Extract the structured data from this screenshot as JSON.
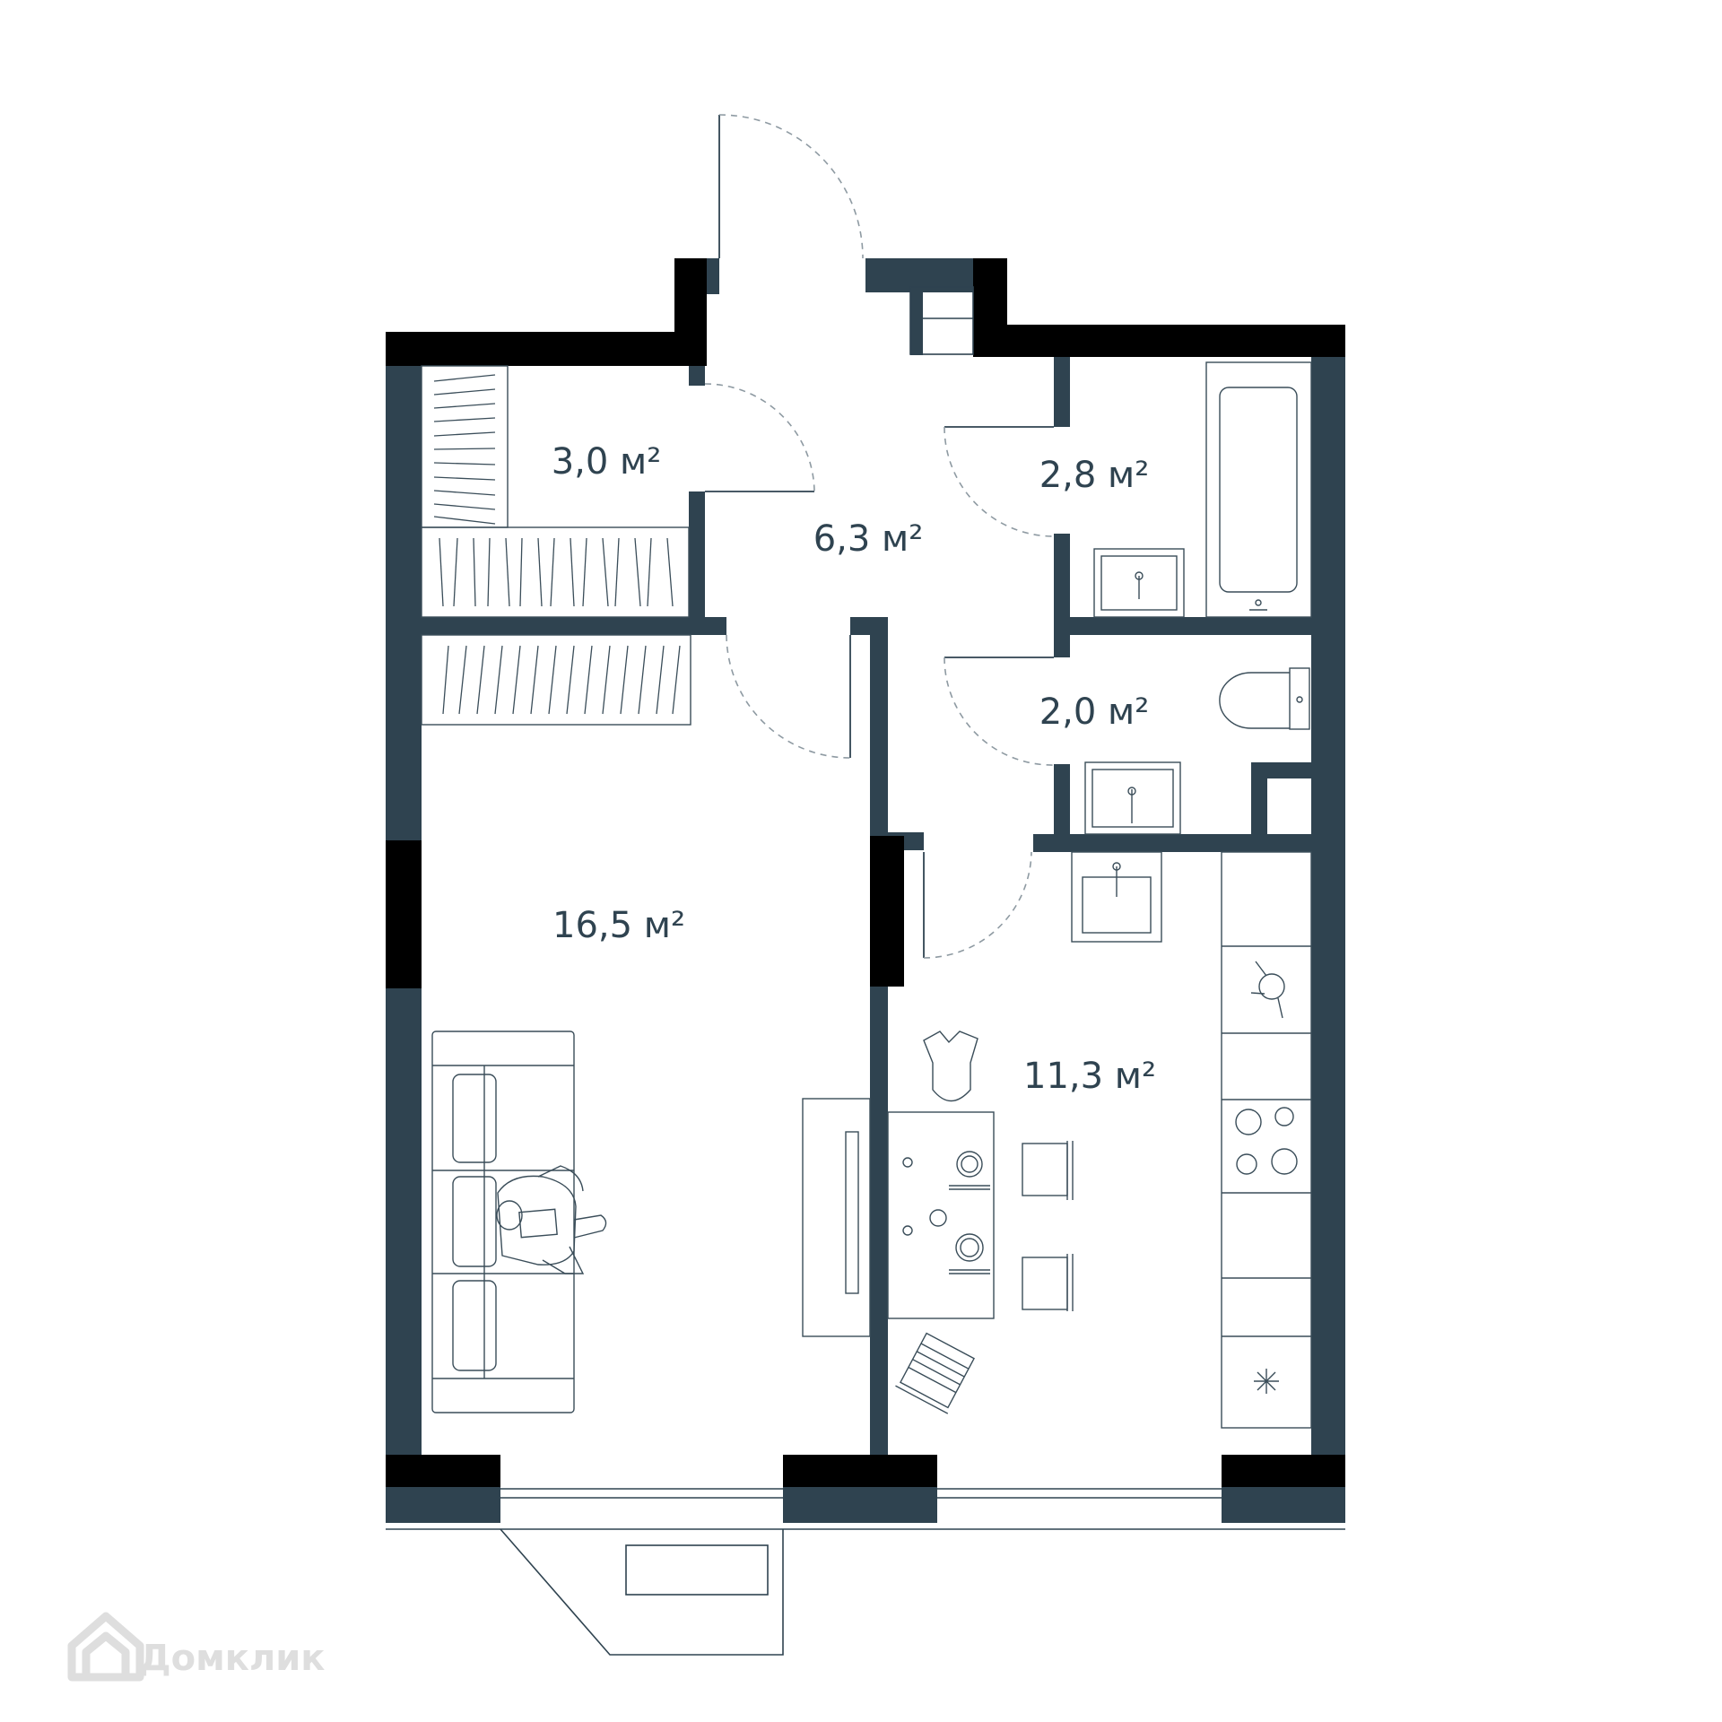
{
  "rooms": [
    {
      "id": "storage",
      "area": "3,0 м²"
    },
    {
      "id": "hall",
      "area": "6,3 м²"
    },
    {
      "id": "bathroom",
      "area": "2,8 м²"
    },
    {
      "id": "toilet",
      "area": "2,0 м²"
    },
    {
      "id": "living",
      "area": "16,5 м²"
    },
    {
      "id": "kitchen",
      "area": "11,3 м²"
    }
  ],
  "watermark": {
    "text": "Домклик",
    "icon": "house-logo-icon"
  },
  "colors": {
    "wall": "#2f4350",
    "wall_black": "#000000",
    "door_arc": "#8e9aa2",
    "watermark": "#dedede"
  }
}
